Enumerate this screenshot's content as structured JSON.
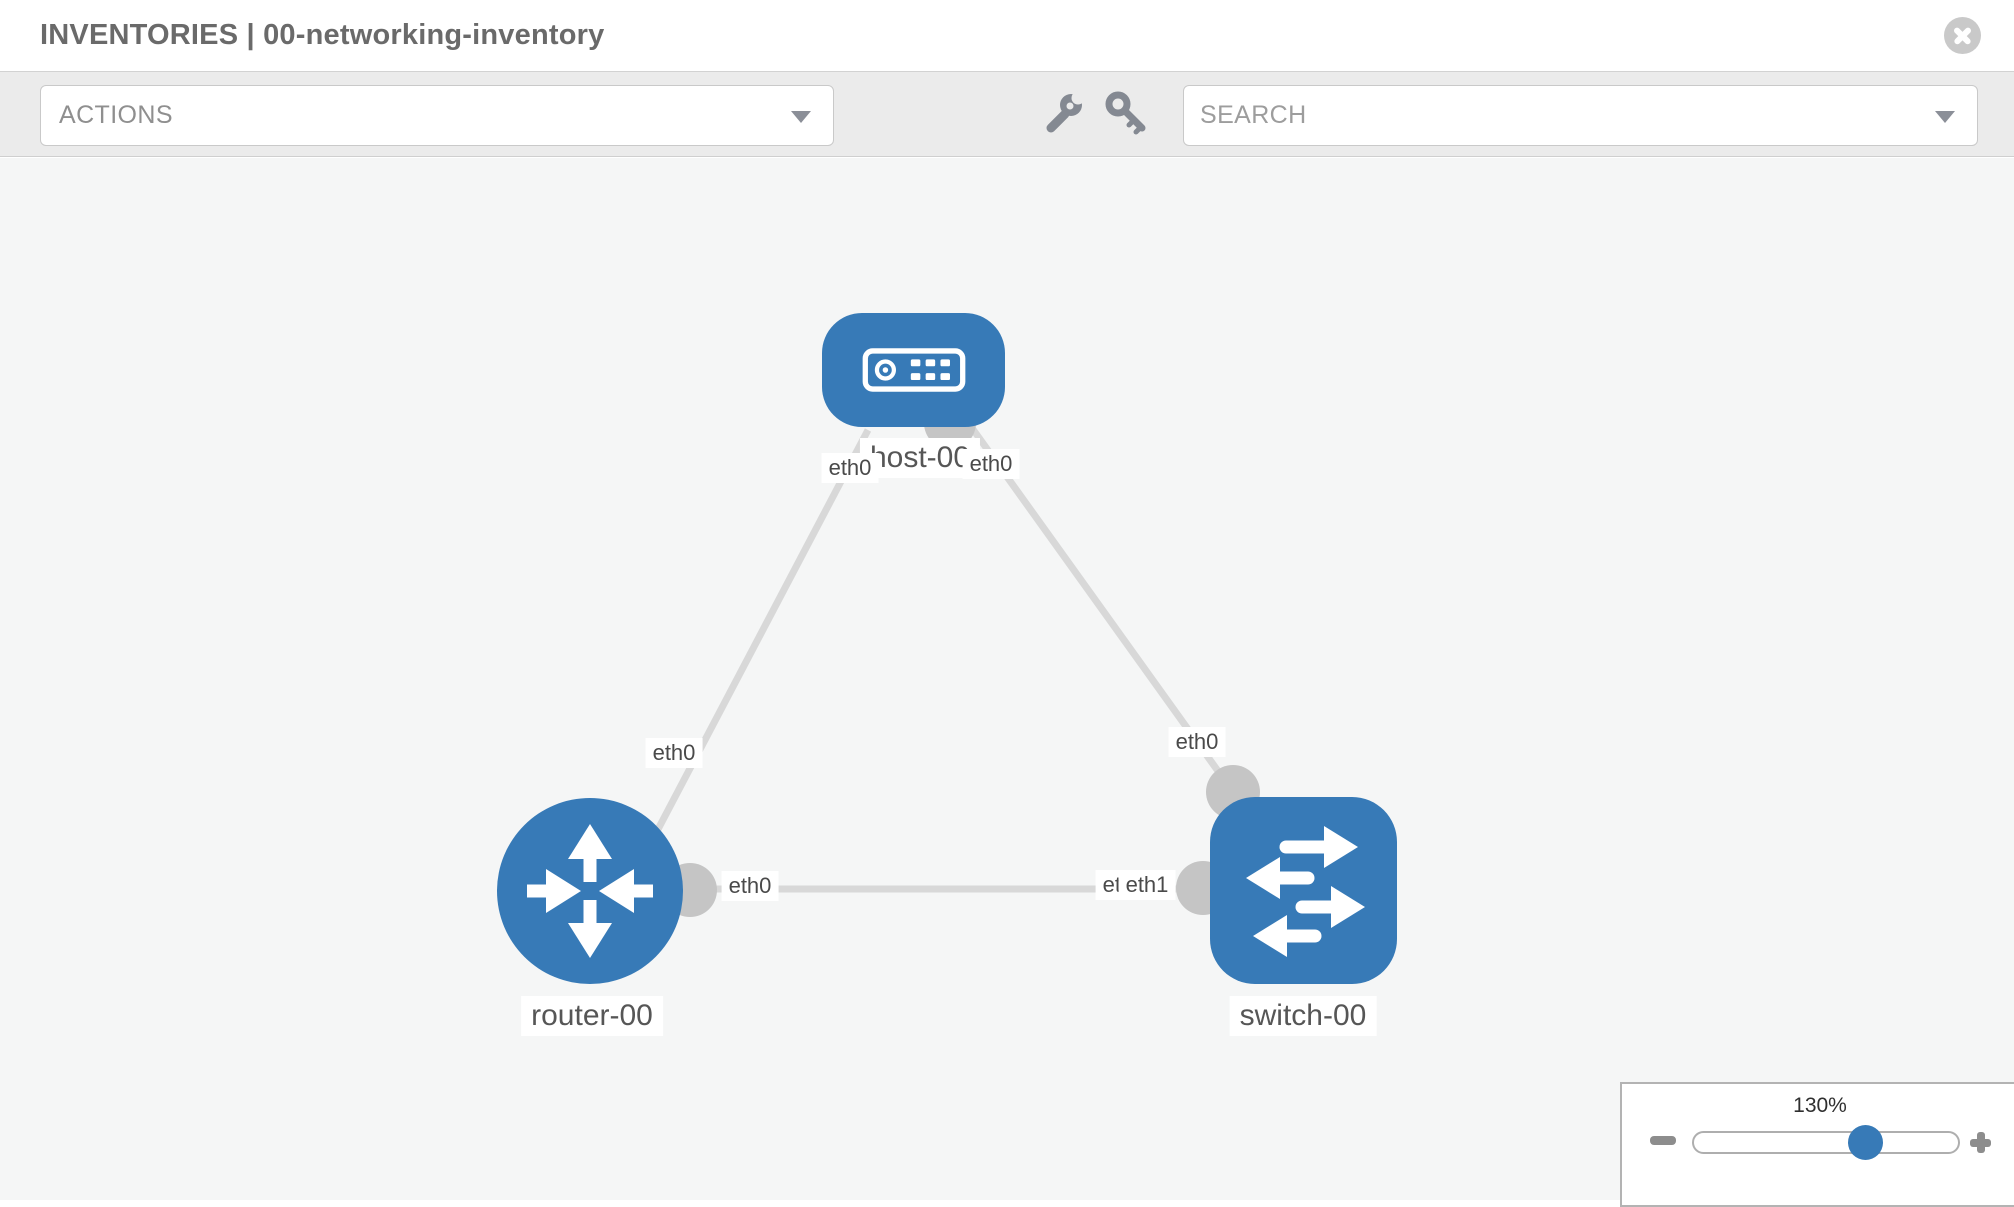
{
  "header": {
    "title": "INVENTORIES | 00-networking-inventory",
    "close_icon": "close-icon"
  },
  "toolbar": {
    "actions": {
      "label": "ACTIONS",
      "caret_icon": "chevron-down-icon"
    },
    "tools": [
      {
        "icon": "wrench-icon"
      },
      {
        "icon": "key-icon"
      }
    ],
    "search": {
      "placeholder": "SEARCH",
      "value": "",
      "caret_icon": "chevron-down-icon"
    }
  },
  "canvas": {
    "nodes": [
      {
        "id": "host-00",
        "type": "host",
        "label": "host-00",
        "icon": "host-icon"
      },
      {
        "id": "router-00",
        "type": "router",
        "label": "router-00",
        "icon": "router-icon"
      },
      {
        "id": "switch-00",
        "type": "switch",
        "label": "switch-00",
        "icon": "switch-icon"
      }
    ],
    "links": [
      {
        "from": "host-00",
        "to": "router-00",
        "from_if": "eth0",
        "to_if": "eth0"
      },
      {
        "from": "host-00",
        "to": "switch-00",
        "from_if": "eth0",
        "to_if": "eth0"
      },
      {
        "from": "router-00",
        "to": "switch-00",
        "from_if": "eth0",
        "to_if": "eth1"
      }
    ],
    "interface_labels": {
      "host_router_host_end": "eth0",
      "host_router_router_end": "eth0",
      "host_switch_host_end": "eth0",
      "host_switch_switch_end": "eth0",
      "router_switch_router_end": "eth0",
      "router_switch_under": "eth0",
      "router_switch_switch_end": "eth1"
    }
  },
  "zoom_panel": {
    "level": "130%",
    "minus_icon": "minus-icon",
    "plus_icon": "plus-icon"
  },
  "colors": {
    "node_blue": "#377AB7",
    "link_gray": "#D8D8D8",
    "port_gray": "#C5C5C5",
    "toolbar_bg": "#EBEBEB",
    "canvas_bg": "#F5F6F6",
    "title_text": "#6A6A6A"
  }
}
